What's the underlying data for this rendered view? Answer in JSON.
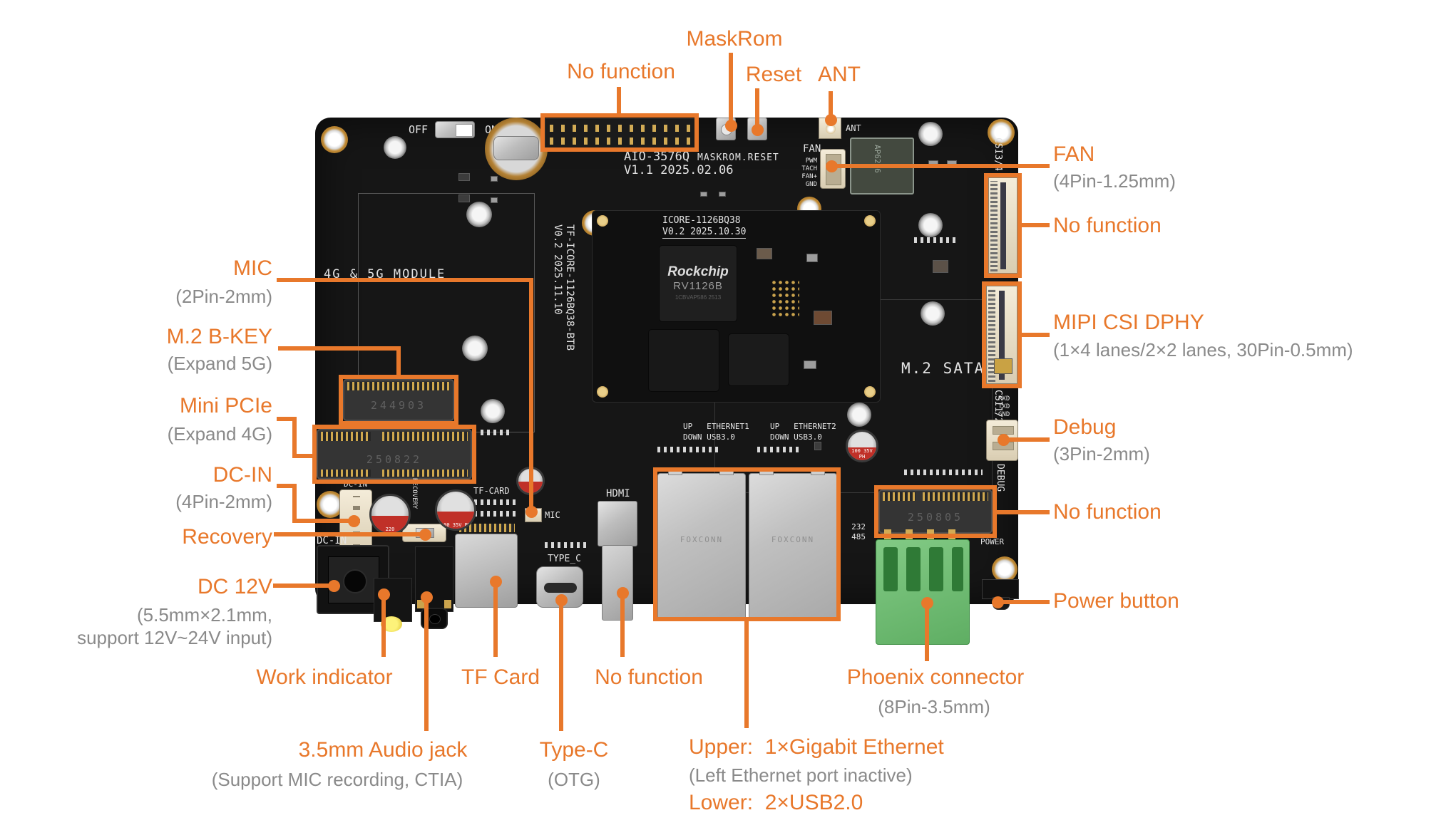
{
  "colors": {
    "accent": "#E8782B",
    "sub_label": "#8A8A8A",
    "silkscreen": "#E4E4E4",
    "board": "#161616",
    "phoenix_green": "#6FBF73"
  },
  "callouts": {
    "no_function_header": "No function",
    "maskrom": "MaskRom",
    "reset": "Reset",
    "ant": "ANT",
    "fan": {
      "label": "FAN",
      "sub": "(4Pin-1.25mm)"
    },
    "no_function_csi34": "No function",
    "mipi": {
      "label": "MIPI CSI DPHY",
      "sub": "(1×4 lanes/2×2 lanes, 30Pin-0.5mm)"
    },
    "debug": {
      "label": "Debug",
      "sub": "(3Pin-2mm)"
    },
    "no_function_mpcie": "No function",
    "power_button": "Power button",
    "mic": {
      "label": "MIC",
      "sub": "(2Pin-2mm)"
    },
    "m2_bkey": {
      "label": "M.2 B-KEY",
      "sub": "(Expand 5G)"
    },
    "mini_pcie": {
      "label": "Mini PCIe",
      "sub": "(Expand 4G)"
    },
    "dc_in": {
      "label": "DC-IN",
      "sub": "(4Pin-2mm)"
    },
    "recovery": "Recovery",
    "dc_12v": {
      "label": "DC 12V",
      "sub1": "(5.5mm×2.1mm,",
      "sub2": "support 12V~24V input)"
    },
    "work_indicator": "Work indicator",
    "tf_card": "TF Card",
    "audio": {
      "label": "3.5mm Audio jack",
      "sub": "(Support MIC recording, CTIA)"
    },
    "type_c": {
      "label": "Type-C",
      "sub": "(OTG)"
    },
    "no_function_hdmi": "No function",
    "ethernet": {
      "line1": "Upper:  1×Gigabit Ethernet",
      "line2": "(Left Ethernet port inactive)",
      "line3": "Lower:  2×USB2.0"
    },
    "phoenix": {
      "label": "Phoenix connector",
      "sub": "(8Pin-3.5mm)"
    }
  },
  "board": {
    "silk": {
      "off": "OFF",
      "on": "ON",
      "maskrom_reset": "MASKROM.RESET",
      "ant": "ANT",
      "fan": "FAN",
      "fan_pin1": "PWM",
      "fan_pin2": "TACH",
      "fan_pin3": "FAN+",
      "fan_pin4": "GND",
      "aio_model": "AIO-3576Q",
      "aio_ver": "V1.1 2025.02.06",
      "module_region": "4G & 5G MODULE",
      "csi34": "CSI3/4",
      "csi12": "CSI1/2",
      "m2_sata": "M.2 SATA",
      "debug_pin1": "RXD",
      "debug_pin2": "TXD",
      "debug_pin3": "GND",
      "debug": "DEBUG",
      "power": "POWER",
      "rs232": "232",
      "rs485": "485",
      "eth1_up": "UP   ETHERNET1",
      "eth1_down": "DOWN USB3.0",
      "eth2_up": "UP   ETHERNET2",
      "eth2_down": "DOWN USB3.0",
      "hdmi": "HDMI",
      "type_c": "TYPE_C",
      "tf_card": "TF-CARD",
      "mic": "MIC",
      "recovery": "RECOVERY",
      "dc_in_top": "DC-IN",
      "dc_in_side": "DC-IN"
    },
    "som": {
      "silk_model": "ICORE-1126BQ38",
      "silk_ver": "V0.2 2025.10.30",
      "carrier_vert1": "TF-ICORE-1126BQ38-BTB",
      "carrier_vert2": "V0.2 2025.11.10",
      "soc_brand": "Rockchip",
      "soc_model": "RV1126B",
      "soc_sub": "1CBVAP586 2513"
    },
    "wifi_chip": "AP6256",
    "slot_serial_m2": "244903",
    "slot_serial_mpcie": "250822",
    "slot_serial_mpcie2": "250805",
    "eth_brand": "FOXCONN",
    "cap_small": "220",
    "cap_label": "100 35V PH"
  }
}
